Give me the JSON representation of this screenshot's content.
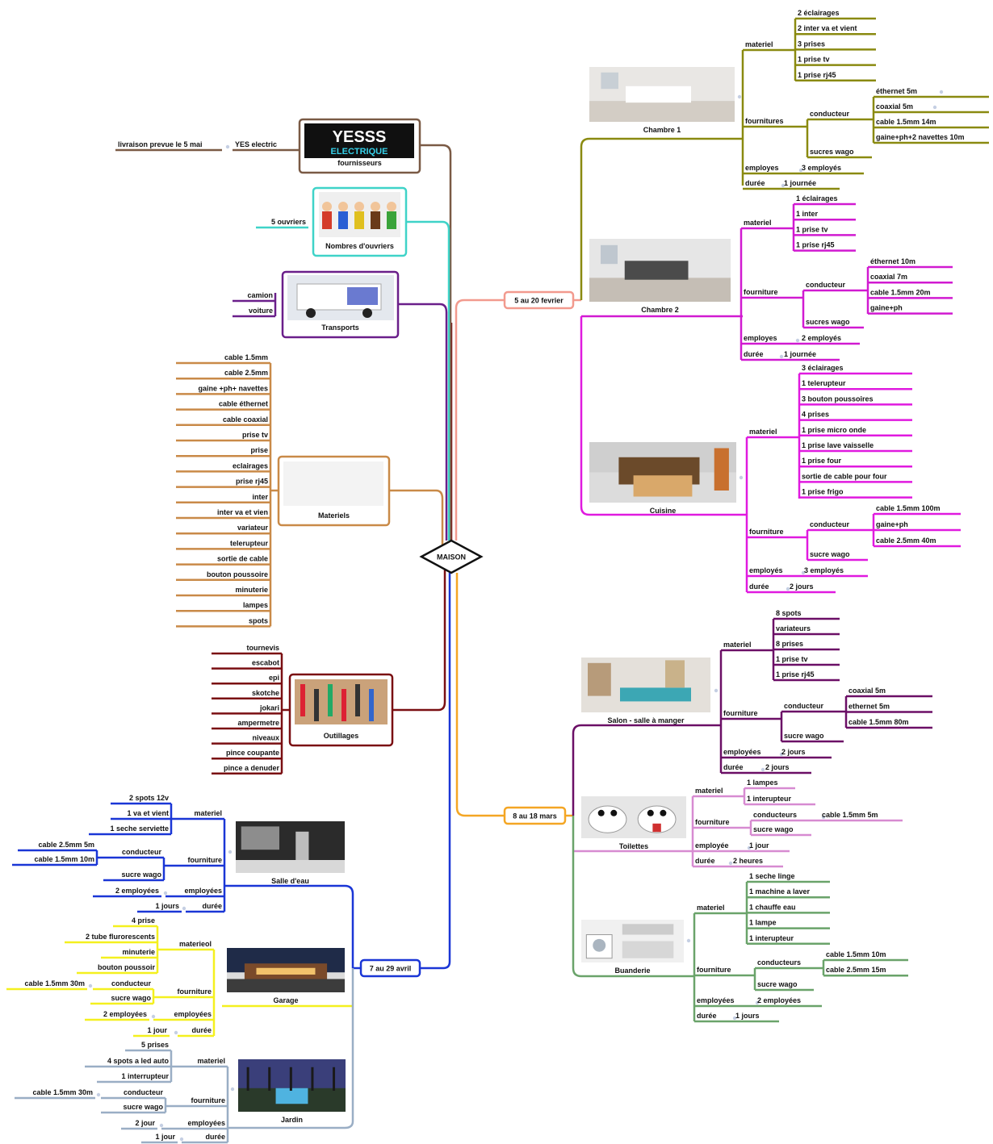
{
  "colors": {
    "center": "#111111",
    "fournisseurs": "#7a5a45",
    "ouvriers": "#3fd3c8",
    "transports": "#6a1f8a",
    "materiels": "#c98a48",
    "outillages": "#7a0f12",
    "feb": "#f29a8e",
    "mar": "#f4a624",
    "avr": "#1a36d6",
    "chambre1": "#8a8a10",
    "chambre2": "#d11ad1",
    "cuisine": "#e01adf",
    "salon": "#6b0f66",
    "toilettes": "#d78bd1",
    "buanderie": "#6aa36a",
    "salle_eau": "#1a36d6",
    "garage": "#f4f01e",
    "jardin": "#9aaec5"
  },
  "center": "MAISON",
  "left": {
    "fournisseurs": {
      "title": "fournisseurs",
      "logo_top": "YESSS",
      "logo_bottom": "ELECTRIQUE",
      "item": "YES electric",
      "sub": "livraison prevue le 5 mai"
    },
    "ouvriers": {
      "title": "Nombres d'ouvriers",
      "item": "5 ouvriers"
    },
    "transports": {
      "title": "Transports",
      "items": [
        "camion",
        "voiture"
      ]
    },
    "materiels": {
      "title": "Materiels",
      "items": [
        "cable 1.5mm",
        "cable 2.5mm",
        "gaine +ph+ navettes",
        "cable éthernet",
        "cable coaxial",
        "prise tv",
        "prise",
        "eclairages",
        "prise rj45",
        "inter",
        "inter va et vien",
        "variateur",
        "telerupteur",
        "sortie de cable",
        "bouton poussoire",
        "minuterie",
        "lampes",
        "spots"
      ]
    },
    "outillages": {
      "title": "Outillages",
      "items": [
        "tournevis",
        "escabot",
        "epi",
        "skotche",
        "jokari",
        "ampermetre",
        "niveaux",
        "pince coupante",
        "pince a denuder"
      ]
    }
  },
  "periods": {
    "feb": "5 au 20 fevrier",
    "mar": "8 au 18 mars",
    "avr": "7 au 29 avril"
  },
  "chambre1": {
    "title": "Chambre 1",
    "materiel": "materiel",
    "materiel_items": [
      "2 éclairages",
      "2 inter va et vient",
      "3 prises",
      "1 prise tv",
      "1 prise rj45"
    ],
    "fournitures": "fournitures",
    "conducteur": "conducteur",
    "conducteur_items": [
      "éthernet 5m",
      "coaxial 5m",
      "cable 1.5mm 14m",
      "gaine+ph+2 navettes 10m"
    ],
    "sucres": "sucres wago",
    "employes": "employes",
    "employes_val": "3 employés",
    "duree": "durée",
    "duree_val": "1 journée"
  },
  "chambre2": {
    "title": "Chambre 2",
    "materiel": "materiel",
    "materiel_items": [
      "1 éclairages",
      "1 inter",
      "1 prise tv",
      "1 prise rj45"
    ],
    "fourniture": "fourniture",
    "conducteur": "conducteur",
    "conducteur_items": [
      "éthernet 10m",
      "coaxial 7m",
      "cable 1.5mm 20m",
      "gaine+ph"
    ],
    "sucres": "sucres wago",
    "employes": "employes",
    "employes_val": "2 employés",
    "duree": "durée",
    "duree_val": "1 journée"
  },
  "cuisine": {
    "title": "Cuisine",
    "materiel": "materiel",
    "materiel_items": [
      "3 éclairages",
      "1 telerupteur",
      "3 bouton poussoires",
      "4 prises",
      "1 prise micro onde",
      "1 prise lave vaisselle",
      "1 prise four",
      "sortie de cable pour four",
      "1 prise frigo"
    ],
    "fourniture": "fourniture",
    "conducteur": "conducteur",
    "conducteur_items": [
      "cable 1.5mm 100m",
      "gaine+ph",
      "cable 2.5mm 40m"
    ],
    "sucre": "sucre wago",
    "employes": "employés",
    "employes_val": "3 employés",
    "duree": "durée",
    "duree_val": "2 jours"
  },
  "salon": {
    "title": "Salon - salle à manger",
    "materiel": "materiel",
    "materiel_items": [
      "8 spots",
      "variateurs",
      "8 prises",
      "1 prise tv",
      "1 prise rj45"
    ],
    "fourniture": "fourniture",
    "conducteur": "conducteur",
    "conducteur_items": [
      "coaxial 5m",
      "ethernet 5m",
      "cable 1.5mm 80m"
    ],
    "sucre": "sucre wago",
    "employees": "employées",
    "employees_val": "2 jours",
    "duree": "durée",
    "duree_val": "2 jours"
  },
  "toilettes": {
    "title": "Toilettes",
    "materiel": "materiel",
    "materiel_items": [
      "1 lampes",
      "1 interupteur"
    ],
    "fourniture": "fourniture",
    "conducteurs": "conducteurs",
    "conducteurs_val": "cable 1.5mm 5m",
    "sucre": "sucre wago",
    "employee": "employée",
    "employee_val": "1 jour",
    "duree": "durée",
    "duree_val": "2 heures"
  },
  "buanderie": {
    "title": "Buanderie",
    "materiel": "materiel",
    "materiel_items": [
      "1 seche linge",
      "1 machine a laver",
      "1 chauffe eau",
      "1 lampe",
      "1 interupteur"
    ],
    "fourniture": "fourniture",
    "conducteurs": "conducteurs",
    "conducteurs_items": [
      "cable 1.5mm 10m",
      "cable 2.5mm 15m"
    ],
    "sucre": "sucre wago",
    "employees": "employées",
    "employees_val": "2 employées",
    "duree": "durée",
    "duree_val": "1 jours"
  },
  "salle_eau": {
    "title": "Salle d'eau",
    "materiel": "materiel",
    "materiel_items": [
      "2 spots 12v",
      "1 va et vient",
      "1 seche serviette"
    ],
    "fourniture": "fourniture",
    "conducteur": "conducteur",
    "conducteur_items": [
      "cable 2.5mm 5m",
      "cable 1.5mm 10m"
    ],
    "sucre": "sucre wago",
    "employees": "employées",
    "employees_val": "2 employées",
    "duree": "durée",
    "duree_val": "1 jours"
  },
  "garage": {
    "title": "Garage",
    "materiel": "materieol",
    "materiel_items": [
      "4 prise",
      "2 tube flurorescents",
      "minuterie",
      "bouton poussoir"
    ],
    "fourniture": "fourniture",
    "conducteur": "conducteur",
    "conducteur_val": "cable 1.5mm 30m",
    "sucre": "sucre wago",
    "employees": "employées",
    "employees_val": "2 employées",
    "duree": "durée",
    "duree_val": "1 jour"
  },
  "jardin": {
    "title": "Jardin",
    "materiel": "materiel",
    "materiel_items": [
      "5 prises",
      "4 spots a led auto",
      "1 interrupteur"
    ],
    "fourniture": "fourniture",
    "conducteur": "conducteur",
    "conducteur_val": "cable 1.5mm 30m",
    "sucre": "sucre wago",
    "employees": "employées",
    "employees_val": "2 jour",
    "duree": "durée",
    "duree_val": "1 jour"
  }
}
